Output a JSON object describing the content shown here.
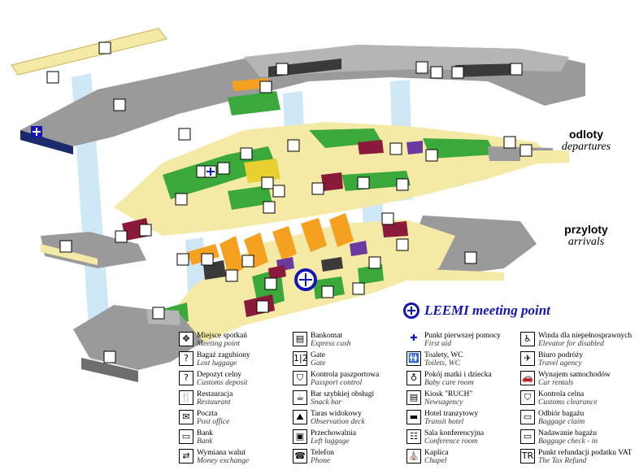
{
  "levels": {
    "departures": {
      "pl": "odloty",
      "en": "departures"
    },
    "arrivals": {
      "pl": "przyloty",
      "en": "arrivals"
    }
  },
  "meeting_point": {
    "title": "LEEMI meeting point"
  },
  "colors": {
    "floor": "#f5e9a6",
    "wall": "#9a9a9a",
    "wall_dark": "#6e6e6e",
    "roof": "#b5b5b5",
    "shop_green": "#3aa83a",
    "orange": "#f4a020",
    "maroon": "#8b1a3a",
    "purple": "#6a3aa0",
    "shaft": "#bfe0f2",
    "navy": "#1515b5",
    "dark": "#3a3a3a"
  },
  "legend": [
    {
      "icon": "meeting-point-icon",
      "glyph": "✥",
      "pl": "Miejsce spotkań",
      "en": "Meeting point"
    },
    {
      "icon": "lost-luggage-icon",
      "glyph": "?",
      "pl": "Bagaż zagubiony",
      "en": "Lost luggage"
    },
    {
      "icon": "customs-deposit-icon",
      "glyph": "?",
      "pl": "Depozyt celny",
      "en": "Customs deposit"
    },
    {
      "icon": "restaurant-icon",
      "glyph": "🍴",
      "pl": "Restauracja",
      "en": "Restaurant"
    },
    {
      "icon": "post-office-icon",
      "glyph": "✉",
      "pl": "Poczta",
      "en": "Post office"
    },
    {
      "icon": "bank-icon",
      "glyph": "▭",
      "pl": "Bank",
      "en": "Bank"
    },
    {
      "icon": "money-exchange-icon",
      "glyph": "⇄",
      "pl": "Wymiana walut",
      "en": "Money exchange"
    },
    {
      "icon": "atm-icon",
      "glyph": "▤",
      "pl": "Bankomat",
      "en": "Express cash"
    },
    {
      "icon": "gate-icon",
      "glyph": "1|2",
      "pl": "Gate",
      "en": "Gate"
    },
    {
      "icon": "passport-control-icon",
      "glyph": "⛉",
      "pl": "Kontrola paszportowa",
      "en": "Passport control"
    },
    {
      "icon": "snack-bar-icon",
      "glyph": "☕",
      "pl": "Bar szybkiej obsługi",
      "en": "Snack bar"
    },
    {
      "icon": "observation-deck-icon",
      "glyph": "⛰",
      "pl": "Taras widokowy",
      "en": "Observation deck"
    },
    {
      "icon": "left-luggage-icon",
      "glyph": "▣",
      "pl": "Przechowalnia",
      "en": "Left luggage"
    },
    {
      "icon": "phone-icon",
      "glyph": "☎",
      "pl": "Telefon",
      "en": "Phone"
    },
    {
      "icon": "first-aid-icon",
      "glyph": "✚",
      "pl": "Punkt pierwszej pomocy",
      "en": "First aid"
    },
    {
      "icon": "toilets-icon",
      "glyph": "🚻",
      "pl": "Toalety, WC",
      "en": "Toilets, WC"
    },
    {
      "icon": "baby-care-icon",
      "glyph": "♁",
      "pl": "Pokój matki i dziecka",
      "en": "Baby care room"
    },
    {
      "icon": "newsagency-icon",
      "glyph": "▤",
      "pl": "Kiosk \"RUCH\"",
      "en": "Newsagency"
    },
    {
      "icon": "transit-hotel-icon",
      "glyph": "▬",
      "pl": "Hotel tranzytowy",
      "en": "Transit hotel"
    },
    {
      "icon": "conference-room-icon",
      "glyph": "☷",
      "pl": "Sala konferencyjna",
      "en": "Conference room"
    },
    {
      "icon": "chapel-icon",
      "glyph": "⛪",
      "pl": "Kaplica",
      "en": "Chapel"
    },
    {
      "icon": "elevator-disabled-icon",
      "glyph": "♿",
      "pl": "Winda dla niepełnosprawnych",
      "en": "Elevator for disabled"
    },
    {
      "icon": "travel-agency-icon",
      "glyph": "✈",
      "pl": "Biuro podróży",
      "en": "Travel agency"
    },
    {
      "icon": "car-rental-icon",
      "glyph": "🚗",
      "pl": "Wynajem samochodów",
      "en": "Car rentals"
    },
    {
      "icon": "customs-clearance-icon",
      "glyph": "⛉",
      "pl": "Kontrola celna",
      "en": "Customs clearance"
    },
    {
      "icon": "baggage-claim-icon",
      "glyph": "▭",
      "pl": "Odbiór bagażu",
      "en": "Baggage claim"
    },
    {
      "icon": "baggage-check-in-icon",
      "glyph": "▭",
      "pl": "Nadawanie bagażu",
      "en": "Baggage check - in"
    },
    {
      "icon": "tax-refund-icon",
      "glyph": "TR",
      "pl": "Punkt refundacji podatku VAT",
      "en": "The Tax Refund"
    }
  ]
}
